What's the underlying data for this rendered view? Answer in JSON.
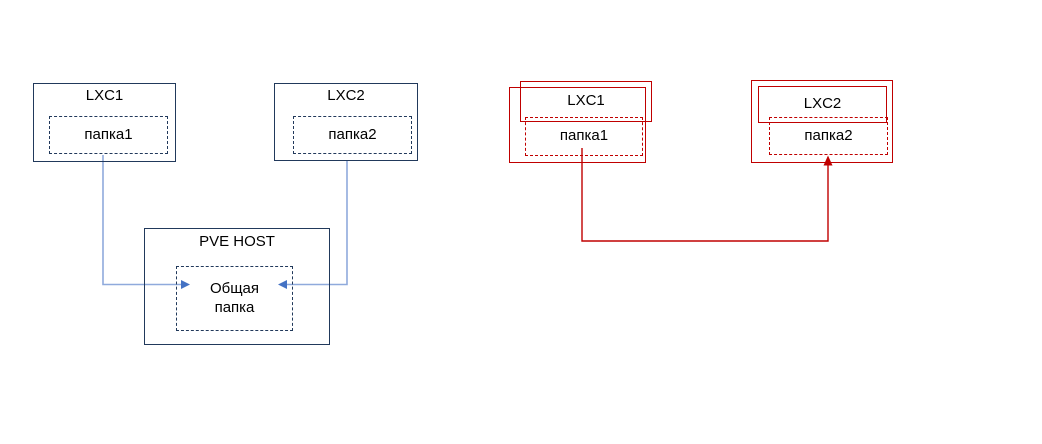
{
  "diagram": {
    "description": "LXC containers shared folder mapping diagram",
    "left": {
      "lxc1": {
        "title": "LXC1",
        "folder": "папка1"
      },
      "lxc2": {
        "title": "LXC2",
        "folder": "папка2"
      },
      "host": {
        "title": "PVE HOST",
        "folder_line1": "Общая",
        "folder_line2": "папка"
      }
    },
    "right": {
      "lxc1": {
        "title": "LXC1",
        "folder": "папка1"
      },
      "lxc2": {
        "title": "LXC2",
        "folder": "папка2"
      }
    },
    "colors": {
      "navy_border": "#21395B",
      "blue_line": "#8FAADC",
      "blue_arrowhead": "#4472C4",
      "red": "#C00000",
      "text": "#000000",
      "background": "#FFFFFF"
    }
  }
}
